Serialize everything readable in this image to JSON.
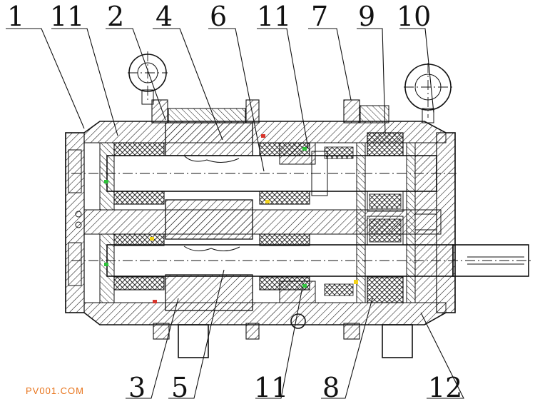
{
  "callouts_top": [
    "1",
    "11",
    "2",
    "4",
    "6",
    "11",
    "7",
    "9",
    "10"
  ],
  "callouts_bottom": [
    "3",
    "5",
    "11",
    "8",
    "12"
  ],
  "watermark": "PV001.COM",
  "colors": {
    "line": "#111111",
    "green_mark": "#2ec23a",
    "red_mark": "#d9352b",
    "yellow_mark": "#f2d21b",
    "watermark": "#e8741c"
  }
}
